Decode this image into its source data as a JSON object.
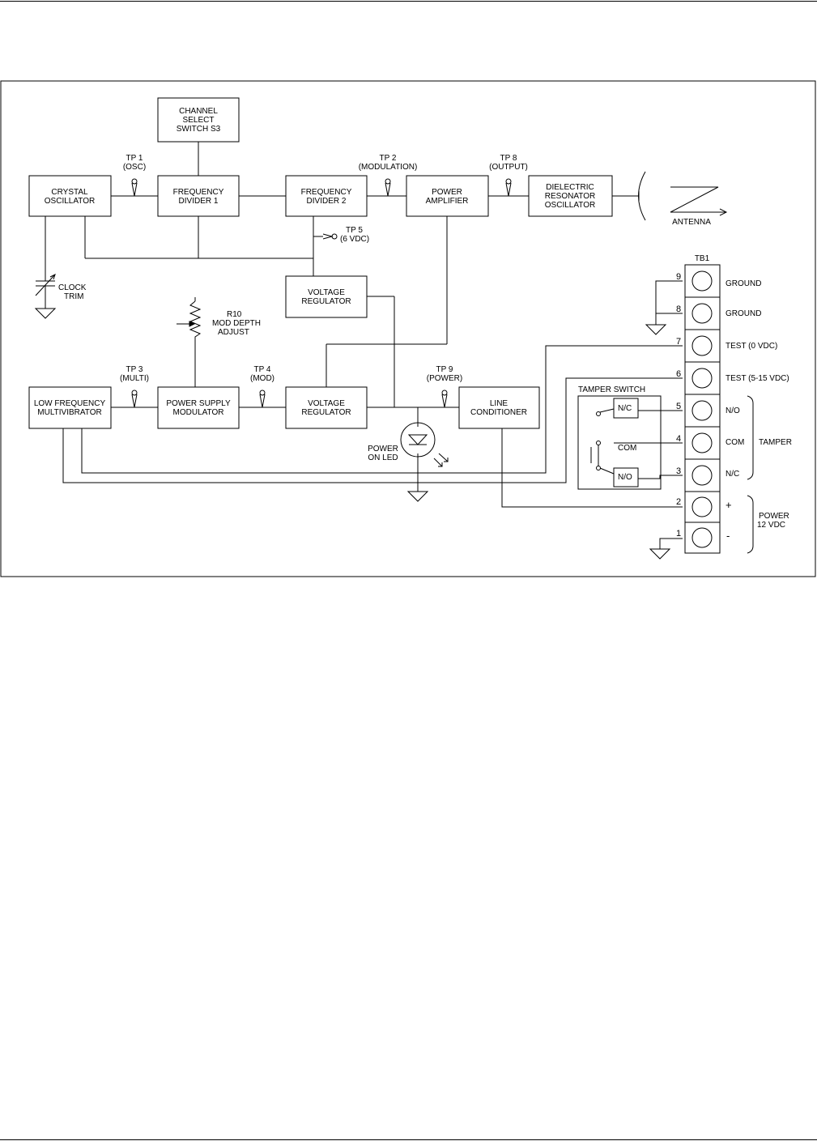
{
  "blocks": {
    "channel_select": [
      "CHANNEL",
      "SELECT",
      "SWITCH S3"
    ],
    "crystal_oscillator": [
      "CRYSTAL",
      "OSCILLATOR"
    ],
    "freq_divider_1": [
      "FREQUENCY",
      "DIVIDER 1"
    ],
    "freq_divider_2": [
      "FREQUENCY",
      "DIVIDER 2"
    ],
    "power_amplifier": [
      "POWER",
      "AMPLIFIER"
    ],
    "dielectric_oscillator": [
      "DIELECTRIC",
      "RESONATOR",
      "OSCILLATOR"
    ],
    "voltage_regulator_top": [
      "VOLTAGE",
      "REGULATOR"
    ],
    "voltage_regulator_bottom": [
      "VOLTAGE",
      "REGULATOR"
    ],
    "low_freq_multivibrator": [
      "LOW FREQUENCY",
      "MULTIVIBRATOR"
    ],
    "power_supply_modulator": [
      "POWER SUPPLY",
      "MODULATOR"
    ],
    "line_conditioner": [
      "LINE",
      "CONDITIONER"
    ]
  },
  "test_points": {
    "tp1": [
      "TP 1",
      "(OSC)"
    ],
    "tp2": [
      "TP 2",
      "(MODULATION)"
    ],
    "tp8": [
      "TP 8",
      "(OUTPUT)"
    ],
    "tp5": [
      "TP 5",
      "(6 VDC)"
    ],
    "tp3": [
      "TP 3",
      "(MULTI)"
    ],
    "tp4": [
      "TP 4",
      "(MOD)"
    ],
    "tp9": [
      "TP 9",
      "(POWER)"
    ]
  },
  "components": {
    "antenna": "ANTENNA",
    "clock_trim": [
      "CLOCK",
      "TRIM"
    ],
    "r10": [
      "R10",
      "MOD DEPTH",
      "ADJUST"
    ],
    "power_led": [
      "POWER",
      "ON LED"
    ]
  },
  "terminal_block": {
    "title": "TB1",
    "terminals": [
      {
        "num": "9",
        "label": "GROUND"
      },
      {
        "num": "8",
        "label": "GROUND"
      },
      {
        "num": "7",
        "label": "TEST (0 VDC)"
      },
      {
        "num": "6",
        "label": "TEST (5-15 VDC)"
      },
      {
        "num": "5",
        "label": "N/O"
      },
      {
        "num": "4",
        "label": "COM"
      },
      {
        "num": "3",
        "label": "N/C"
      },
      {
        "num": "2",
        "label": "+"
      },
      {
        "num": "1",
        "label": "-"
      }
    ],
    "group_tamper": "TAMPER",
    "group_power": [
      "POWER",
      "12 VDC"
    ]
  },
  "tamper_switch": {
    "title": "TAMPER SWITCH",
    "nc": "N/C",
    "com": "COM",
    "no": "N/O"
  }
}
